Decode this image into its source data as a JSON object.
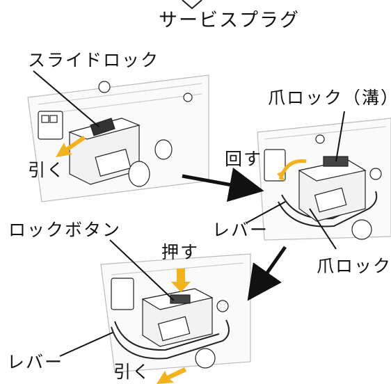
{
  "title": "サービスプラグ",
  "labels": {
    "slide_lock": "スライドロック",
    "pull_1": "引く",
    "claw_lock_groove": "爪ロック（溝）",
    "rotate": "回す",
    "lever_1": "レバー",
    "claw_lock": "爪ロック",
    "lock_button": "ロックボタン",
    "push": "押す",
    "lever_2": "レバー",
    "pull_2": "引く"
  },
  "colors": {
    "accent": "#f2b21b",
    "line": "#111111"
  },
  "icons": {
    "flow_arrow": "black-arrow",
    "action_arrow": "yellow-arrow",
    "rotate_arrow": "curved-yellow-arrow"
  }
}
